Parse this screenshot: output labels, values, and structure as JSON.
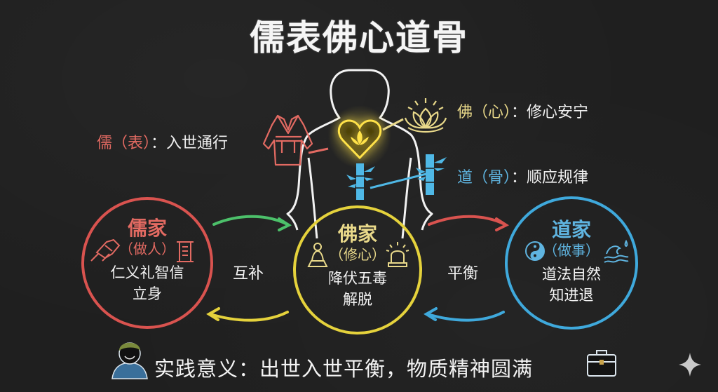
{
  "title": "儒表佛心道骨",
  "labels": {
    "ru": {
      "head": "儒（表）",
      "sep": "：",
      "desc": "入世通行",
      "icon": "robe-icon"
    },
    "fo": {
      "head": "佛（心）",
      "sep": "：",
      "desc": "修心安宁",
      "icon": "lotus-icon"
    },
    "dao": {
      "head": "道（骨）",
      "sep": "：",
      "desc": "顺应规律",
      "icon": "bamboo-icon"
    }
  },
  "circles": [
    {
      "name": "儒家",
      "sub": "（做人）",
      "body": [
        "仁义礼智信",
        "立身"
      ],
      "color": "#d9534f",
      "icons": [
        "handshake-icon",
        "scroll-icon"
      ]
    },
    {
      "name": "佛家",
      "sub": "（修心）",
      "body": [
        "降伏五毒",
        "解脱"
      ],
      "color": "#e5d23c",
      "icons": [
        "meditating-buddha-icon",
        "alarm-bell-icon"
      ]
    },
    {
      "name": "道家",
      "sub": "（做事）",
      "body": [
        "道法自然",
        "知进退"
      ],
      "color": "#3fa9dc",
      "icons": [
        "yin-yang-icon",
        "wave-icon"
      ]
    }
  ],
  "connectors": {
    "left": "互补",
    "right": "平衡"
  },
  "footer": {
    "text": "实践意义：出世入世平衡，物质精神圆满",
    "left_icon": "smiling-man-avatar",
    "right_icon": "briefcase-icon"
  },
  "corner_icon": "sparkle-icon",
  "colors": {
    "background": "#1f1f1f",
    "ru": "#e26a62",
    "fo": "#e9d98a",
    "dao": "#5fb4e0",
    "green_arrow": "#4cc06a"
  }
}
